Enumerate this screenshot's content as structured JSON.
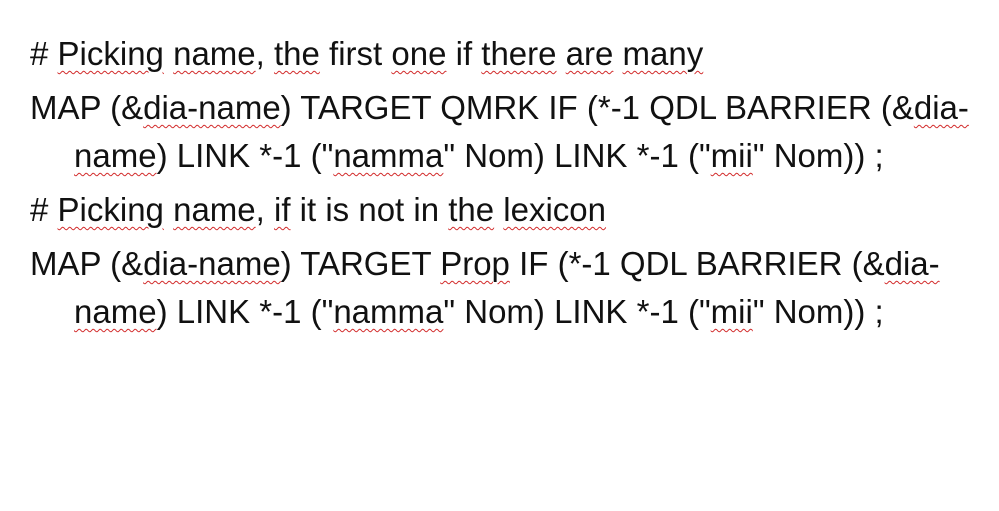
{
  "paragraphs": [
    {
      "segments": [
        {
          "text": "# ",
          "misspelled": false
        },
        {
          "text": "Picking",
          "misspelled": true
        },
        {
          "text": " ",
          "misspelled": false
        },
        {
          "text": "name",
          "misspelled": true
        },
        {
          "text": ", ",
          "misspelled": false
        },
        {
          "text": "the",
          "misspelled": true
        },
        {
          "text": " first ",
          "misspelled": false
        },
        {
          "text": "one",
          "misspelled": true
        },
        {
          "text": " if ",
          "misspelled": false
        },
        {
          "text": "there",
          "misspelled": true
        },
        {
          "text": " ",
          "misspelled": false
        },
        {
          "text": "are",
          "misspelled": true
        },
        {
          "text": " ",
          "misspelled": false
        },
        {
          "text": "many",
          "misspelled": true
        }
      ]
    },
    {
      "segments": [
        {
          "text": "MAP (&",
          "misspelled": false
        },
        {
          "text": "dia-name",
          "misspelled": true
        },
        {
          "text": ") TARGET QMRK IF (*-1 QDL BARRIER (&",
          "misspelled": false
        },
        {
          "text": "dia-name",
          "misspelled": true
        },
        {
          "text": ") LINK *-1 (\"",
          "misspelled": false
        },
        {
          "text": "namma",
          "misspelled": true
        },
        {
          "text": "\" Nom) LINK *-1 (\"",
          "misspelled": false
        },
        {
          "text": "mii",
          "misspelled": true
        },
        {
          "text": "\" Nom)) ;",
          "misspelled": false
        }
      ]
    },
    {
      "segments": [
        {
          "text": "# ",
          "misspelled": false
        },
        {
          "text": "Picking",
          "misspelled": true
        },
        {
          "text": " ",
          "misspelled": false
        },
        {
          "text": "name",
          "misspelled": true
        },
        {
          "text": ", ",
          "misspelled": false
        },
        {
          "text": "if",
          "misspelled": true
        },
        {
          "text": " it is not in ",
          "misspelled": false
        },
        {
          "text": "the",
          "misspelled": true
        },
        {
          "text": " ",
          "misspelled": false
        },
        {
          "text": "lexicon",
          "misspelled": true
        }
      ]
    },
    {
      "segments": [
        {
          "text": "MAP (&",
          "misspelled": false
        },
        {
          "text": "dia-name",
          "misspelled": true
        },
        {
          "text": ") TARGET ",
          "misspelled": false
        },
        {
          "text": "Prop",
          "misspelled": true
        },
        {
          "text": " IF (*-1 QDL BARRIER (&",
          "misspelled": false
        },
        {
          "text": "dia-name",
          "misspelled": true
        },
        {
          "text": ") LINK *-1 (\"",
          "misspelled": false
        },
        {
          "text": "namma",
          "misspelled": true
        },
        {
          "text": "\" Nom) LINK *-1 (\"",
          "misspelled": false
        },
        {
          "text": "mii",
          "misspelled": true
        },
        {
          "text": "\" Nom)) ;",
          "misspelled": false
        }
      ]
    }
  ]
}
